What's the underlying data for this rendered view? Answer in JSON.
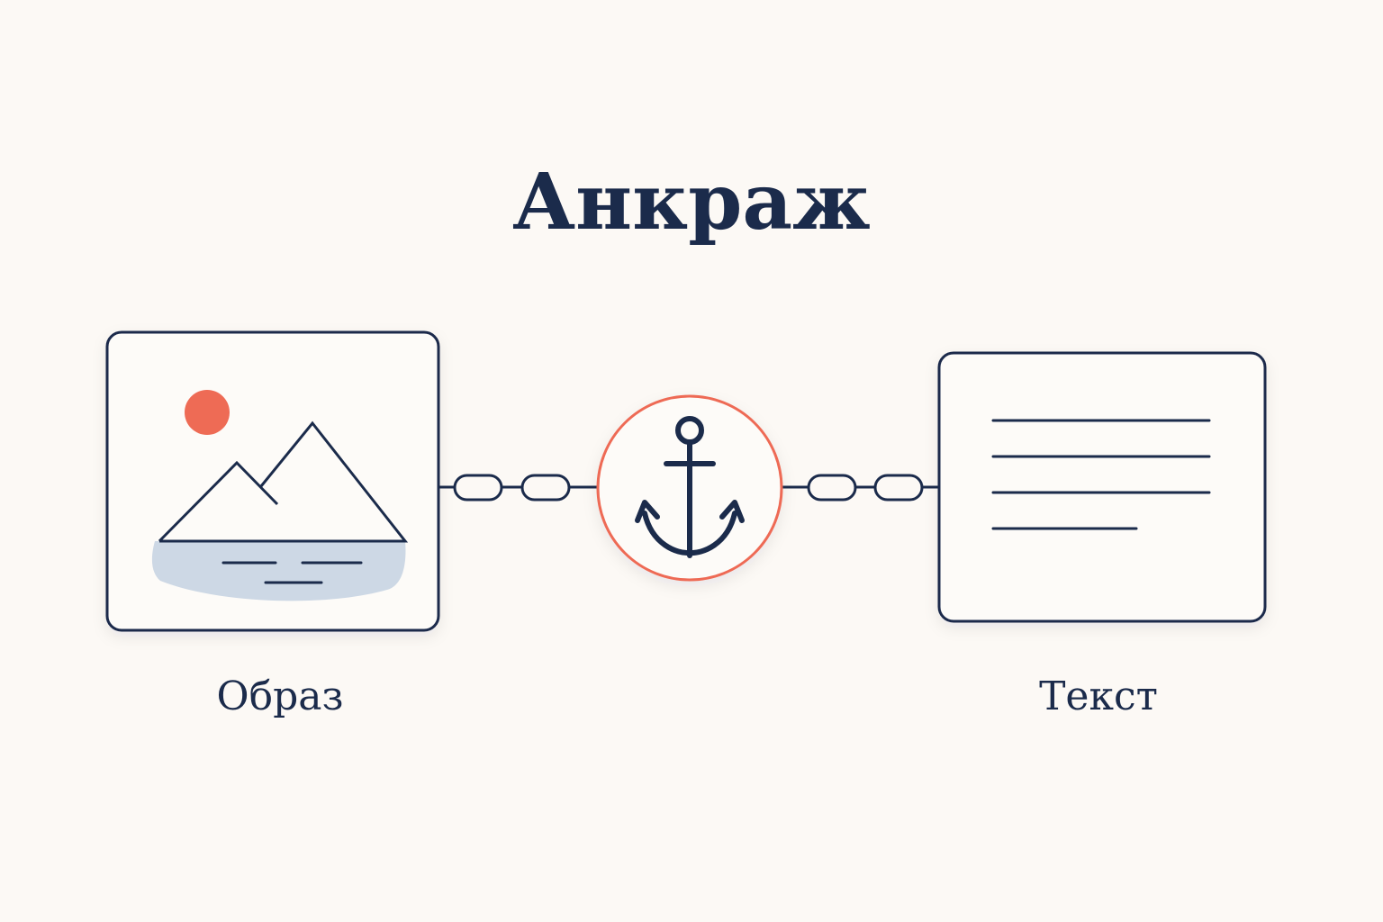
{
  "title": "Анкраж",
  "nodes": {
    "image": {
      "label": "Образ"
    },
    "anchor": {
      "icon": "anchor-icon"
    },
    "text": {
      "label": "Текст"
    }
  },
  "colors": {
    "ink": "#1b2b4b",
    "accent": "#ee6b55",
    "water": "#cdd8e5",
    "background": "#fcf9f5",
    "card": "#fdfbf8"
  }
}
